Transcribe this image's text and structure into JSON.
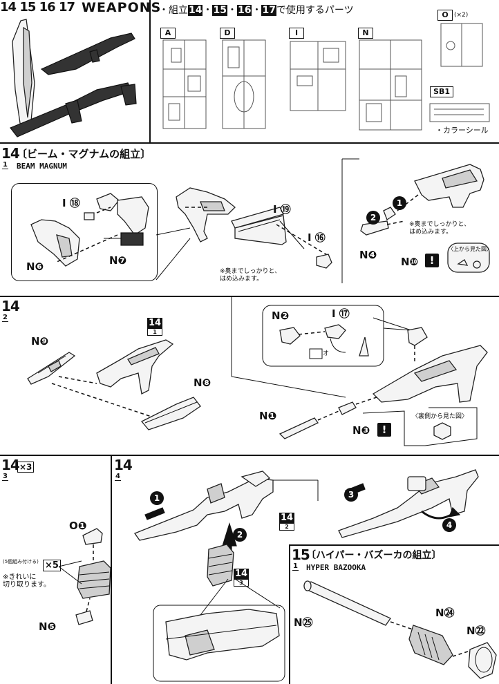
{
  "header": {
    "step_numbers": "14 15 16 17",
    "title": "WEAPONS",
    "usage_prefix": "・組立",
    "usage_steps": [
      "14",
      "15",
      "16",
      "17"
    ],
    "usage_sep": "・",
    "usage_suffix": "で使用するパーツ",
    "runners": [
      "A",
      "D",
      "I",
      "N"
    ],
    "runner_o": "O",
    "runner_o_qty": "(×2)",
    "runner_sb": "SB1",
    "sticker": "・カラーシール"
  },
  "step14_1": {
    "num": "14",
    "sub": "1",
    "title": "〔ビーム・マグナムの組立〕",
    "subtitle": "BEAM MAGNUM",
    "part_i18": "I ⑱",
    "part_n6": "N❻",
    "part_n7": "N❼",
    "part_i19": "I ⑲",
    "part_i16": "I ⑯",
    "note_push": "※奥までしっかりと、\nはめ込みます。",
    "part_n4": "N❹",
    "part_n10": "N❿",
    "warn": "!",
    "arrow_1": "1",
    "arrow_2": "2",
    "note_push2": "※奥までしっかりと、\nはめ込みます。",
    "view_top": "〈上から見た図〉"
  },
  "step14_2": {
    "num": "14",
    "sub": "2",
    "part_n9": "N❾",
    "ref": "14",
    "ref_sub": "1",
    "part_n8": "N❽",
    "part_n2": "N❷",
    "part_i17": "I ⑰",
    "part_n1": "N❶",
    "part_n3": "N❸",
    "warn": "!",
    "view_back": "〈裏側から見た図〉",
    "mark_o": "オ"
  },
  "step14_3": {
    "num": "14",
    "sub": "3",
    "qty": "×3",
    "part_o1": "O❶",
    "multi": "×5",
    "multi_note": "(5個組み付ける)",
    "note_clean": "※きれいに\n切り取ります。",
    "part_n5": "N❺"
  },
  "step14_4": {
    "num": "14",
    "sub": "4",
    "arrow_1": "1",
    "arrow_2": "2",
    "arrow_3": "3",
    "arrow_4": "4",
    "ref_a": "14",
    "ref_a_sub": "2",
    "ref_b": "14",
    "ref_b_sub": "3"
  },
  "step15_1": {
    "num": "15",
    "sub": "1",
    "title": "〔ハイパー・バズーカの組立〕",
    "subtitle": "HYPER BAZOOKA",
    "part_n25": "N㉕",
    "part_n24": "N㉔",
    "part_n22": "N㉒"
  }
}
